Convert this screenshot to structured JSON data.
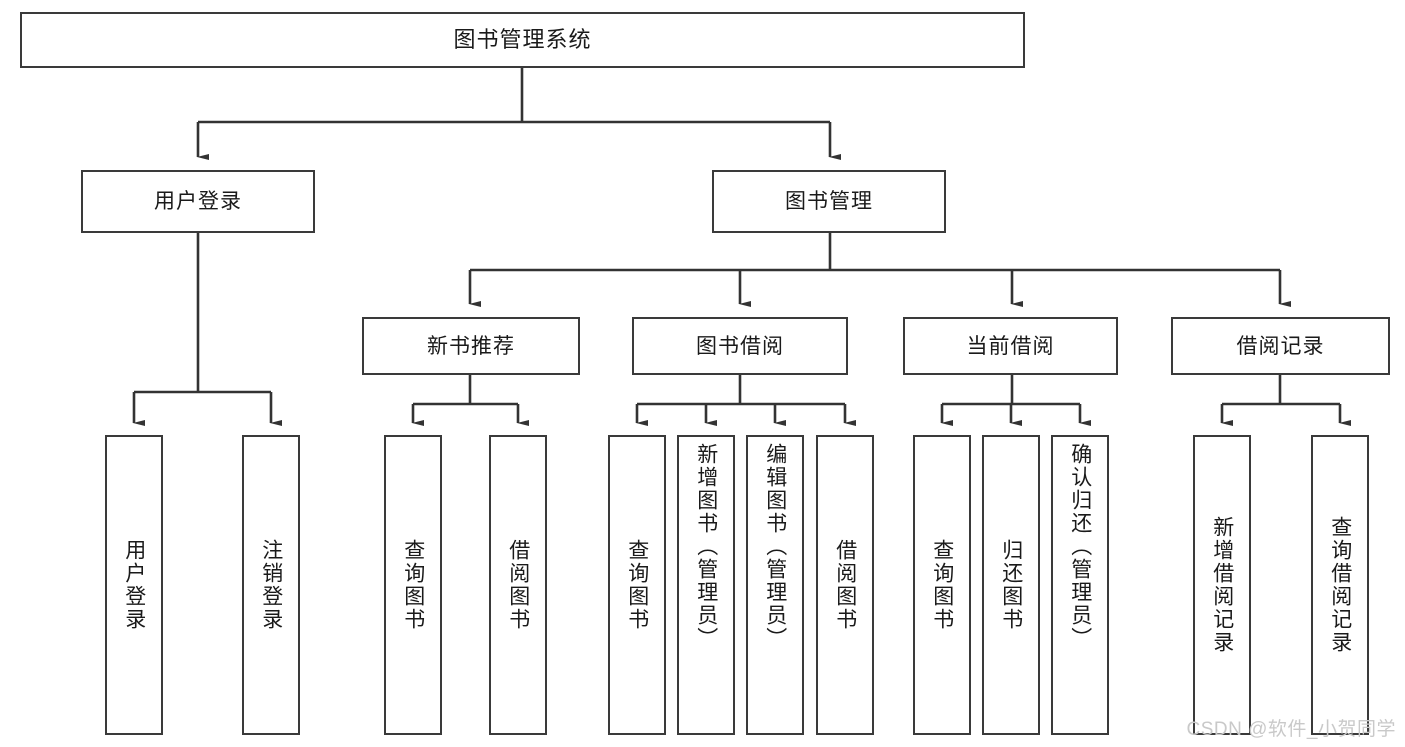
{
  "diagram": {
    "title": "图书管理系统",
    "type": "tree-hierarchy",
    "levels": 4,
    "colors": {
      "box_border": "#3a3a3a",
      "box_fill": "#ffffff",
      "connector": "#333333",
      "text": "#1a1a1a",
      "watermark": "#c9c9c9",
      "background": "#ffffff"
    },
    "root": {
      "label": "图书管理系统"
    },
    "level2": [
      {
        "label": "用户登录"
      },
      {
        "label": "图书管理"
      }
    ],
    "level3": [
      {
        "label": "新书推荐"
      },
      {
        "label": "图书借阅"
      },
      {
        "label": "当前借阅"
      },
      {
        "label": "借阅记录"
      }
    ],
    "leaves": {
      "user_login": [
        {
          "label": "用户登录"
        },
        {
          "label": "注销登录"
        }
      ],
      "new_book_recommend": [
        {
          "label": "查询图书"
        },
        {
          "label": "借阅图书"
        }
      ],
      "book_borrow": [
        {
          "label": "查询图书"
        },
        {
          "label": "新增图书（管理员）"
        },
        {
          "label": "编辑图书（管理员）"
        },
        {
          "label": "借阅图书"
        }
      ],
      "current_borrow": [
        {
          "label": "查询图书"
        },
        {
          "label": "归还图书"
        },
        {
          "label": "确认归还（管理员）"
        }
      ],
      "borrow_record": [
        {
          "label": "新增借阅记录"
        },
        {
          "label": "查询借阅记录"
        }
      ]
    }
  },
  "watermark": {
    "text": "CSDN @软件_小贺同学"
  }
}
